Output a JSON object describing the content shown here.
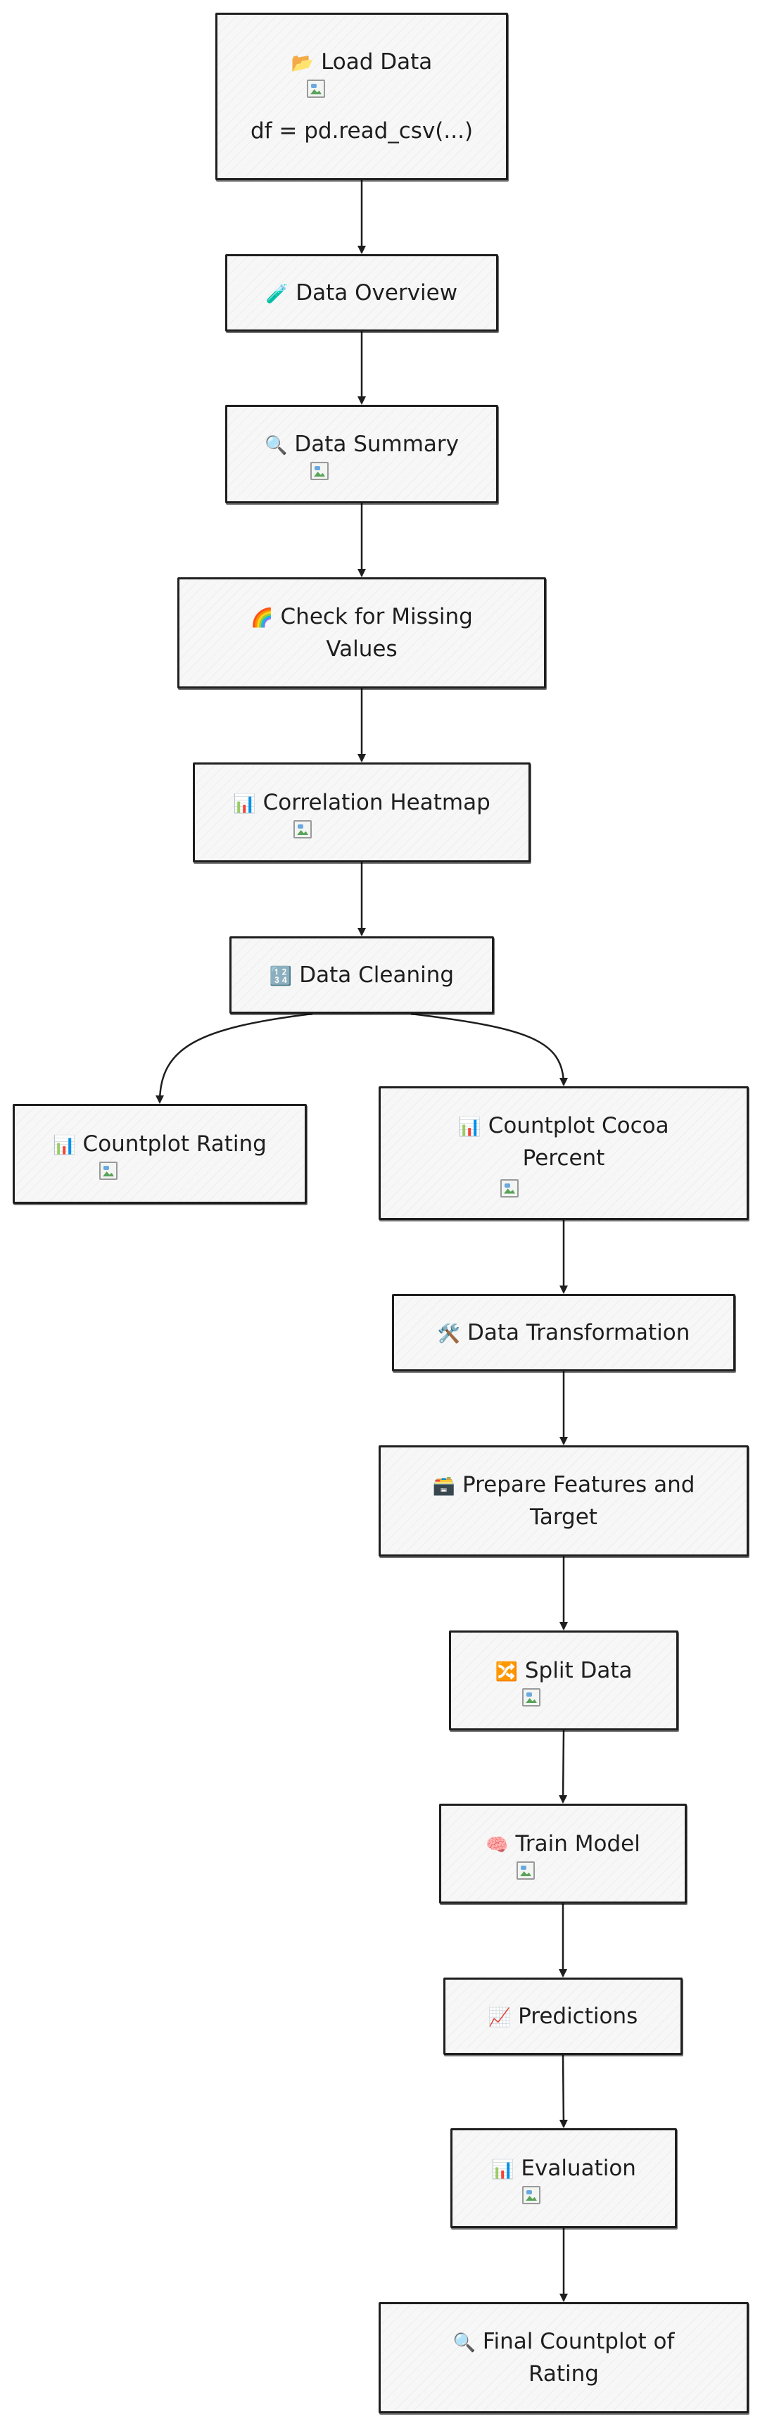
{
  "nodes": {
    "load_data": {
      "icon": "📂",
      "label": "Load Data",
      "code": "df = pd.read_csv(...)"
    },
    "data_overview": {
      "icon": "🧪",
      "label": "Data Overview"
    },
    "data_summary": {
      "icon": "🔍",
      "label": "Data Summary"
    },
    "missing_values": {
      "icon": "🌈",
      "label": "Check for Missing Values"
    },
    "correlation_heatmap": {
      "icon": "📊",
      "label": "Correlation Heatmap"
    },
    "data_cleaning": {
      "icon": "🔢",
      "label": "Data Cleaning"
    },
    "countplot_rating": {
      "icon": "📊",
      "label": "Countplot Rating"
    },
    "countplot_cocoa": {
      "icon": "📊",
      "label": "Countplot Cocoa Percent"
    },
    "data_transformation": {
      "icon": "🛠️",
      "label": "Data Transformation"
    },
    "prepare_features": {
      "icon": "🗃️",
      "label": "Prepare Features and Target"
    },
    "split_data": {
      "icon": "🔀",
      "label": "Split Data"
    },
    "train_model": {
      "icon": "🧠",
      "label": "Train Model"
    },
    "predictions": {
      "icon": "📈",
      "label": "Predictions"
    },
    "evaluation": {
      "icon": "📊",
      "label": "Evaluation"
    },
    "final_countplot": {
      "icon": "🔍",
      "label": "Final Countplot of Rating"
    }
  },
  "edges": [
    [
      "load_data",
      "data_overview"
    ],
    [
      "data_overview",
      "data_summary"
    ],
    [
      "data_summary",
      "missing_values"
    ],
    [
      "missing_values",
      "correlation_heatmap"
    ],
    [
      "correlation_heatmap",
      "data_cleaning"
    ],
    [
      "data_cleaning",
      "countplot_rating"
    ],
    [
      "data_cleaning",
      "countplot_cocoa"
    ],
    [
      "countplot_cocoa",
      "data_transformation"
    ],
    [
      "data_transformation",
      "prepare_features"
    ],
    [
      "prepare_features",
      "split_data"
    ],
    [
      "split_data",
      "train_model"
    ],
    [
      "train_model",
      "predictions"
    ],
    [
      "predictions",
      "evaluation"
    ],
    [
      "evaluation",
      "final_countplot"
    ]
  ]
}
